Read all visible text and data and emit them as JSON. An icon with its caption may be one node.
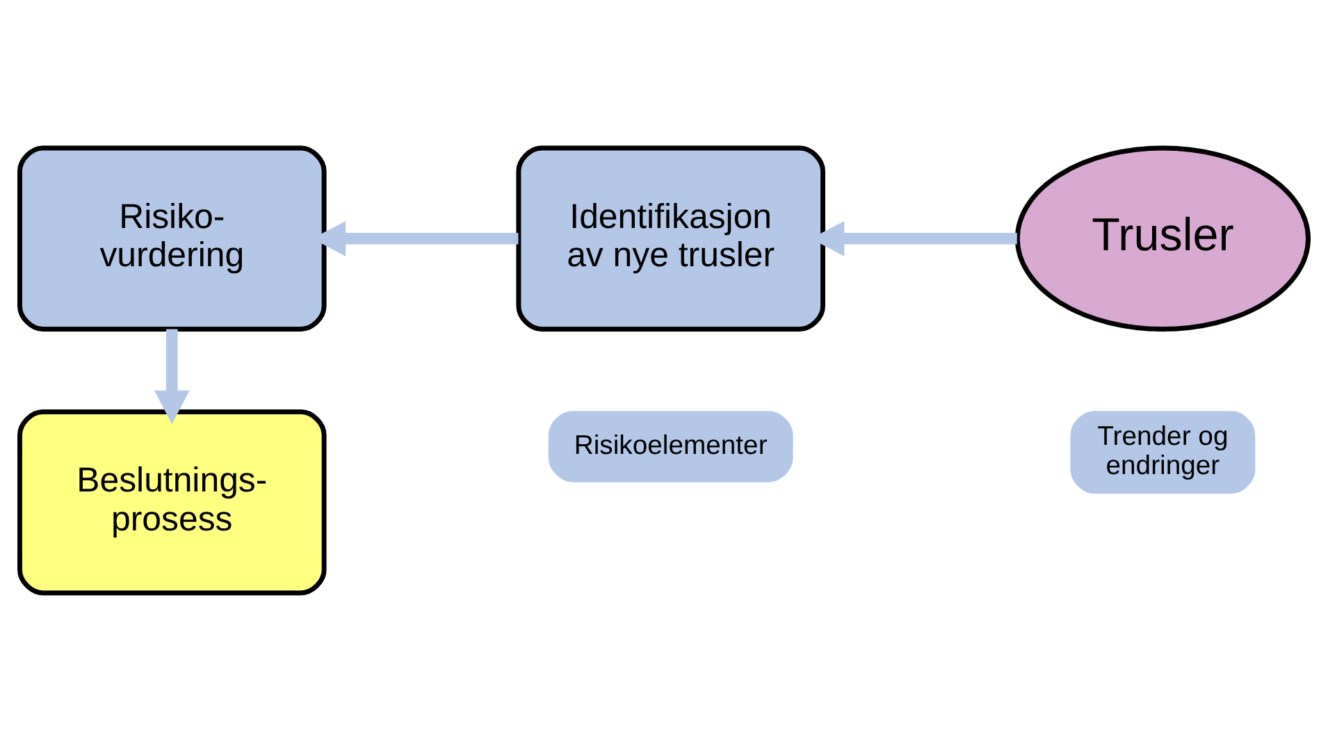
{
  "diagram": {
    "nodes": [
      {
        "text": [
          "Risikoelementer"
        ]
      },
      {
        "text": [
          "Trender og endringer"
        ]
      },
      {
        "text": [
          "Risiko- vurdering"
        ]
      },
      {
        "text": [
          "Identifikasjon av nye trusler"
        ]
      },
      {
        "text": [
          "Trusler"
        ]
      },
      {
        "text": [
          "Beslutnings- prosess"
        ]
      }
    ],
    "edges": [
      {
        "from": 4,
        "to": 3,
        "arrow": "to"
      },
      {
        "from": 3,
        "to": 2,
        "arrow": "to"
      },
      {
        "from": 2,
        "to": 5,
        "arrow": "to"
      }
    ]
  }
}
